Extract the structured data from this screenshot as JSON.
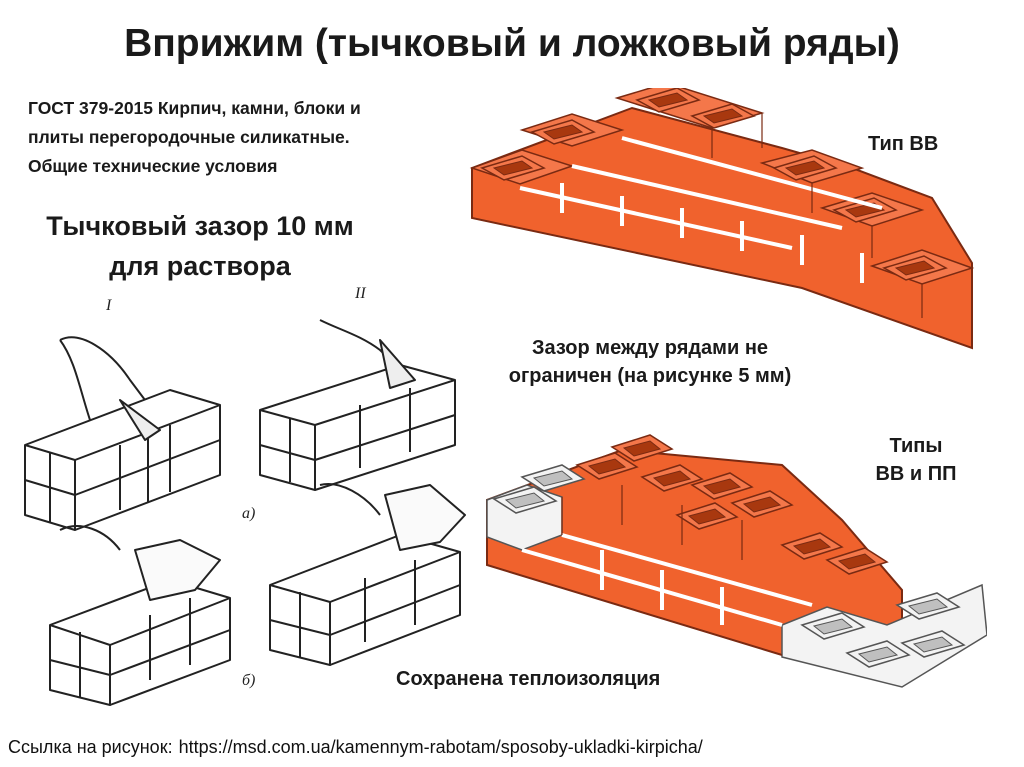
{
  "slide": {
    "title": "Вприжим (тычковый и ложковый ряды)",
    "gost_lines": [
      "ГОСТ 379-2015 Кирпич, камни, блоки и",
      "плиты перегородочные силикатные.",
      "Общие технические условия"
    ],
    "gap_note_lines": [
      "Тычковый зазор 10 мм",
      "для раствора"
    ],
    "label_type_bb": "Тип ВВ",
    "rows_gap_lines": [
      "Зазор между рядами не",
      "ограничен (на рисунке 5 мм)"
    ],
    "types_lines": [
      "Типы",
      "ВВ и ПП"
    ],
    "insulation_label": "Сохранена теплоизоляция",
    "source_label": "Ссылка на рисунок:",
    "source_url": "https://msd.com.ua/kamennym-rabotam/sposoby-ukladki-kirpicha/"
  },
  "sketch_marks": {
    "top_left": "I",
    "top_right": "II",
    "middle": "а)",
    "bottom": "б)"
  },
  "colors": {
    "brick": "#f0622d",
    "brick_dark": "#c9461b",
    "brick_top": "#f4774a",
    "outline": "#7a2a12",
    "white_block": "#f3f3f3"
  }
}
